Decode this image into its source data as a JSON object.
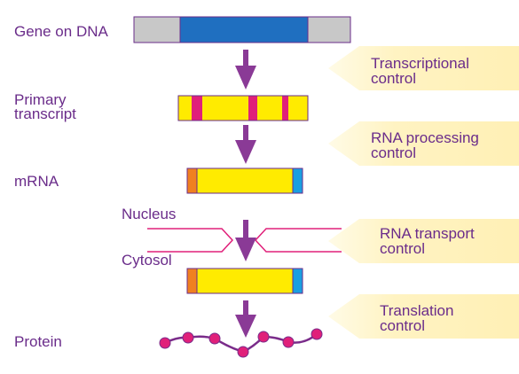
{
  "labels": {
    "gene_on_dna": "Gene on DNA",
    "primary_transcript_line1": "Primary",
    "primary_transcript_line2": "transcript",
    "mrna": "mRNA",
    "nucleus": "Nucleus",
    "cytosol": "Cytosol",
    "protein": "Protein"
  },
  "controls": [
    {
      "line1": "Transcriptional",
      "line2": "control"
    },
    {
      "line1": "RNA processing",
      "line2": "control"
    },
    {
      "line1": "RNA transport",
      "line2": "control"
    },
    {
      "line1": "Translation",
      "line2": "control"
    }
  ],
  "colors": {
    "label_text": "#6a2c8a",
    "arrow": "#8a3a96",
    "gene_exon": "#1f6fc0",
    "gene_flank": "#c8c8c8",
    "transcript_body": "#ffeb00",
    "intron": "#e0207a",
    "utr_5prime": "#f08020",
    "utr_3prime": "#1a9fe0",
    "membrane": "#e0207a",
    "protein_bead": "#e0207a",
    "protein_chain": "#7a2c8a",
    "control_panel": "#fff3c2"
  }
}
